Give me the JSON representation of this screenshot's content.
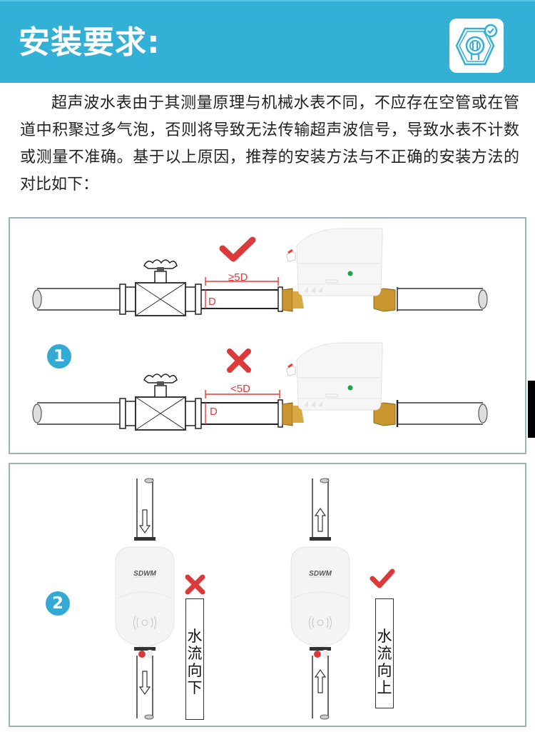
{
  "header": {
    "title": "安装要求:",
    "icon": "wrench-hexagon-check-icon",
    "background_color": "#33b0d5"
  },
  "intro": {
    "text": "超声波水表由于其测量原理与机械水表不同，不应存在空管或在管道中积聚过多气泡，否则将导致无法传输超声波信号，导致水表不计数或测量不准确。基于以上原因，推荐的安装方法与不正确的安装方法的对比如下："
  },
  "section1": {
    "badge": "1",
    "correct": {
      "mark": "check-icon",
      "distance_label": "≥5D",
      "diameter_label": "D"
    },
    "incorrect": {
      "mark": "cross-icon",
      "distance_label": "<5D",
      "diameter_label": "D"
    }
  },
  "section2": {
    "badge": "2",
    "left": {
      "mark": "cross-icon",
      "brand": "SDWM",
      "label_chars": [
        "水",
        "流",
        "向",
        "下"
      ]
    },
    "right": {
      "mark": "check-icon",
      "brand": "SDWM",
      "label_chars": [
        "水",
        "流",
        "向",
        "上"
      ]
    }
  },
  "colors": {
    "accent_blue": "#33b0d5",
    "badge_blue": "#33aad3",
    "mark_red": "#dc3a3a",
    "panel_border": "#9ab5b8",
    "brass": "#c9962f",
    "led_green": "#1aa543"
  }
}
